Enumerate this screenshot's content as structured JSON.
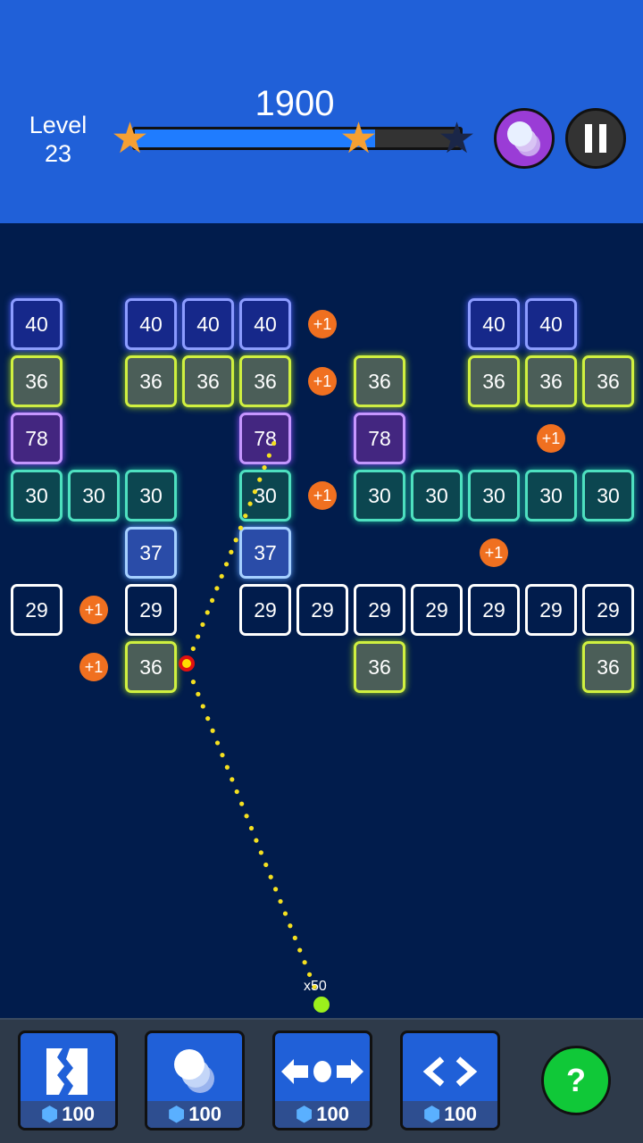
{
  "header": {
    "level_label": "Level",
    "level_number": "23",
    "score": "1900",
    "progress_fraction": 0.74,
    "stars": [
      true,
      true,
      false
    ]
  },
  "board": {
    "rows": [
      [
        40,
        null,
        40,
        40,
        40,
        "+1",
        null,
        null,
        40,
        40,
        null
      ],
      [
        36,
        null,
        36,
        36,
        36,
        "+1",
        36,
        null,
        36,
        36,
        36
      ],
      [
        78,
        null,
        null,
        null,
        78,
        null,
        78,
        null,
        null,
        "+1",
        null
      ],
      [
        30,
        30,
        30,
        null,
        30,
        "+1",
        30,
        30,
        30,
        30,
        30
      ],
      [
        null,
        null,
        37,
        null,
        37,
        null,
        null,
        null,
        "+1",
        null,
        null
      ],
      [
        29,
        "+1",
        29,
        null,
        29,
        29,
        29,
        29,
        29,
        29,
        29
      ],
      [
        null,
        "+1",
        36,
        null,
        null,
        null,
        36,
        null,
        null,
        null,
        36
      ]
    ],
    "ball_count": "x50"
  },
  "powerups": [
    {
      "name": "break-row",
      "cost": "100"
    },
    {
      "name": "extra-balls",
      "cost": "100"
    },
    {
      "name": "horizontal-laser",
      "cost": "100"
    },
    {
      "name": "widen-aim",
      "cost": "100"
    }
  ],
  "help_label": "?",
  "colors": {
    "header": "#2060d8",
    "background": "#011c4c",
    "bottom": "#2e3a4a",
    "help": "#10c838"
  }
}
